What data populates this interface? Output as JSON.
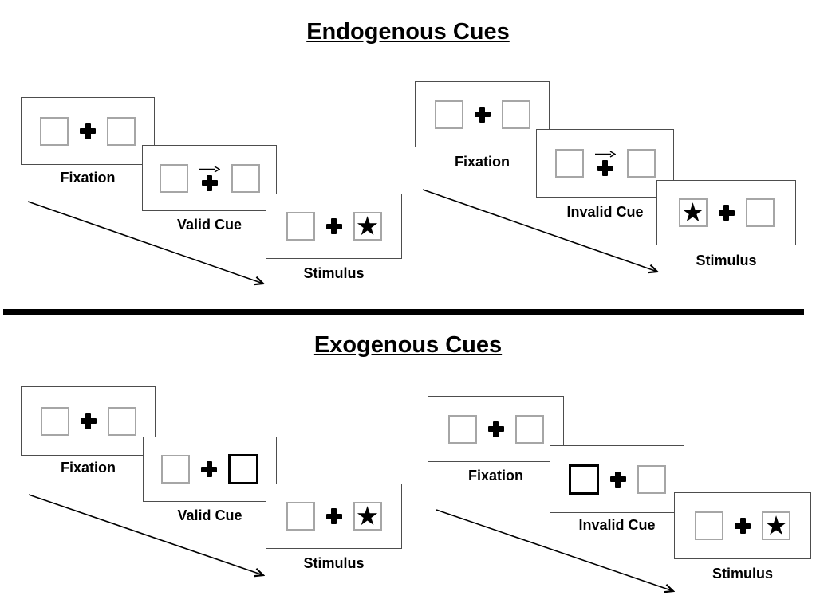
{
  "colors": {
    "background": "#ffffff",
    "panel_border": "#4d4d4d",
    "box_border": "#a6a6a6",
    "bold_box_border": "#000000",
    "symbol": "#000000",
    "divider": "#000000",
    "text": "#000000"
  },
  "symbols": {
    "star": "★",
    "fixation_cross": "heavy-plus",
    "cue_direction_arrow": "right-arrow"
  },
  "sections": [
    {
      "title": "Endogenous Cues",
      "sequences": [
        {
          "name": "endogenous-valid",
          "panels": [
            {
              "label": "Fixation",
              "left_box": "empty",
              "center": "plus",
              "right_box": "empty"
            },
            {
              "label": "Valid Cue",
              "left_box": "empty",
              "center": "plus-with-right-arrow",
              "right_box": "empty"
            },
            {
              "label": "Stimulus",
              "left_box": "empty",
              "center": "plus",
              "right_box": "star"
            }
          ]
        },
        {
          "name": "endogenous-invalid",
          "panels": [
            {
              "label": "Fixation",
              "left_box": "empty",
              "center": "plus",
              "right_box": "empty"
            },
            {
              "label": "Invalid Cue",
              "left_box": "empty",
              "center": "plus-with-right-arrow",
              "right_box": "empty"
            },
            {
              "label": "Stimulus",
              "left_box": "star",
              "center": "plus",
              "right_box": "empty"
            }
          ]
        }
      ]
    },
    {
      "title": "Exogenous Cues",
      "sequences": [
        {
          "name": "exogenous-valid",
          "panels": [
            {
              "label": "Fixation",
              "left_box": "empty",
              "center": "plus",
              "right_box": "empty"
            },
            {
              "label": "Valid Cue",
              "left_box": "empty",
              "center": "plus",
              "right_box": "bold-box"
            },
            {
              "label": "Stimulus",
              "left_box": "empty",
              "center": "plus",
              "right_box": "star"
            }
          ]
        },
        {
          "name": "exogenous-invalid",
          "panels": [
            {
              "label": "Fixation",
              "left_box": "empty",
              "center": "plus",
              "right_box": "empty"
            },
            {
              "label": "Invalid Cue",
              "left_box": "bold-box",
              "center": "plus",
              "right_box": "empty"
            },
            {
              "label": "Stimulus",
              "left_box": "empty",
              "center": "plus",
              "right_box": "star"
            }
          ]
        }
      ]
    }
  ]
}
